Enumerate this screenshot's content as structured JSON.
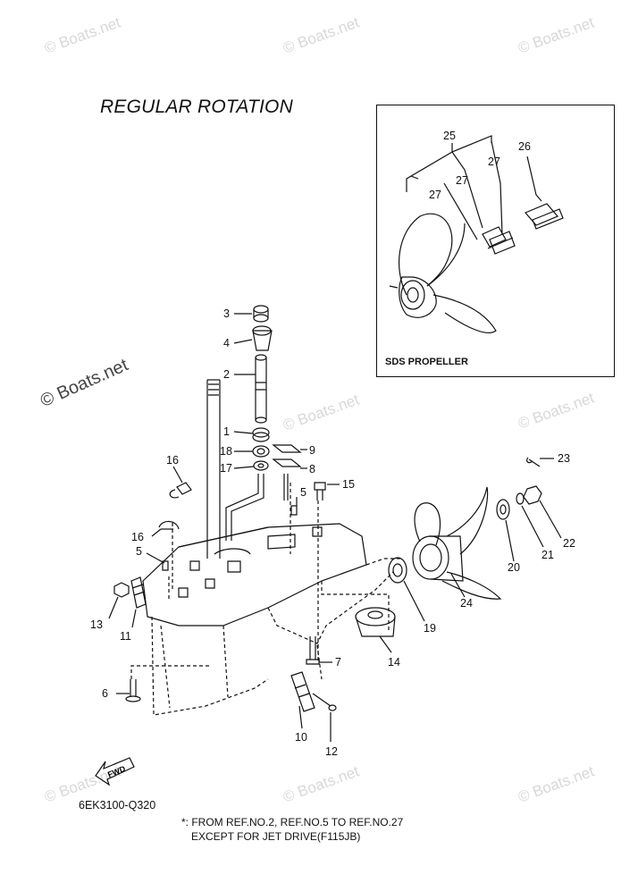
{
  "title": "REGULAR ROTATION",
  "inset_label": "SDS PROPELLER",
  "part_code": "6EK3100-Q320",
  "note_line1": "*: FROM REF.NO.2, REF.NO.5 TO REF.NO.27",
  "note_line2": "EXCEPT FOR JET DRIVE(F115JB)",
  "fwd_label": "FWD",
  "watermark_text": "© Boats.net",
  "callouts": {
    "c1": "1",
    "c2": "2",
    "c3": "3",
    "c4": "4",
    "c5a": "5",
    "c5b": "5",
    "c6": "6",
    "c7": "7",
    "c8": "8",
    "c9": "9",
    "c10": "10",
    "c11": "11",
    "c12": "12",
    "c13": "13",
    "c14": "14",
    "c15": "15",
    "c16a": "16",
    "c16b": "16",
    "c17": "17",
    "c18": "18",
    "c19": "19",
    "c20": "20",
    "c21": "21",
    "c22": "22",
    "c23": "23",
    "c24": "24",
    "c25": "25",
    "c26": "26",
    "c27a": "27",
    "c27b": "27",
    "c27c": "27"
  }
}
